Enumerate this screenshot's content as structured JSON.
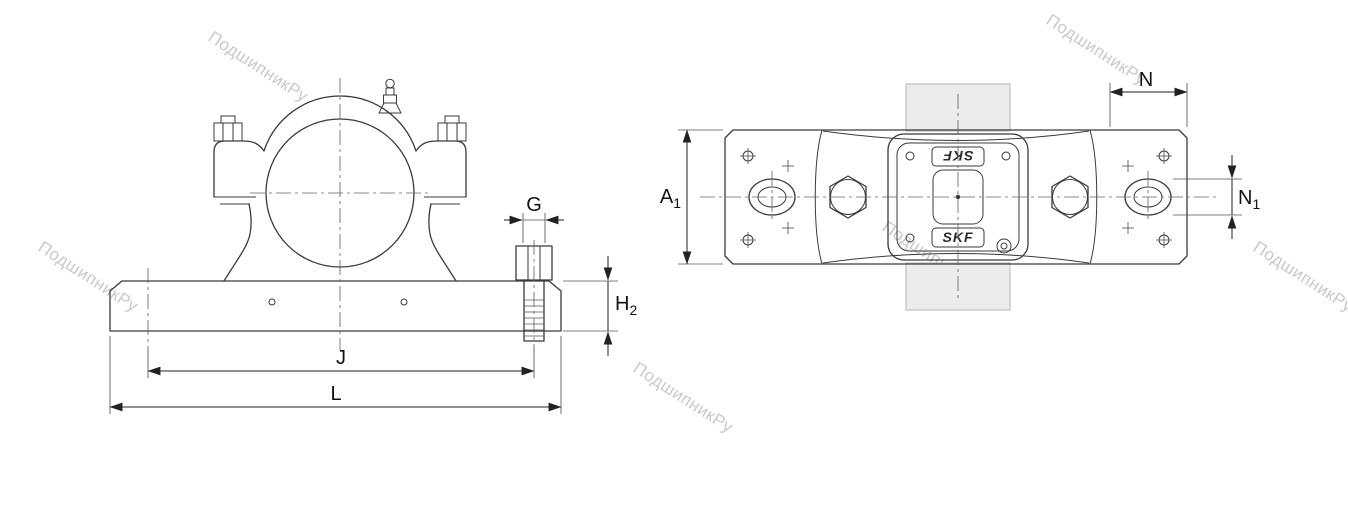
{
  "watermark": {
    "text": "ПодшипникРу"
  },
  "front_view": {
    "dimensions": {
      "g": {
        "label": "G"
      },
      "h2": {
        "base": "H",
        "sub": "2"
      },
      "j": {
        "label": "J"
      },
      "l": {
        "label": "L"
      }
    }
  },
  "plan_view": {
    "logo_top": "SKF",
    "logo_bottom": "SKF",
    "dimensions": {
      "n": {
        "label": "N"
      },
      "a1": {
        "base": "A",
        "sub": "1"
      },
      "n1": {
        "base": "N",
        "sub": "1"
      }
    }
  },
  "colors": {
    "background": "#ffffff",
    "drawing_line": "#3a3a3a",
    "dimension_line": "#222222",
    "shaft_fill": "#ececec",
    "watermark": "#c9c9c9"
  }
}
